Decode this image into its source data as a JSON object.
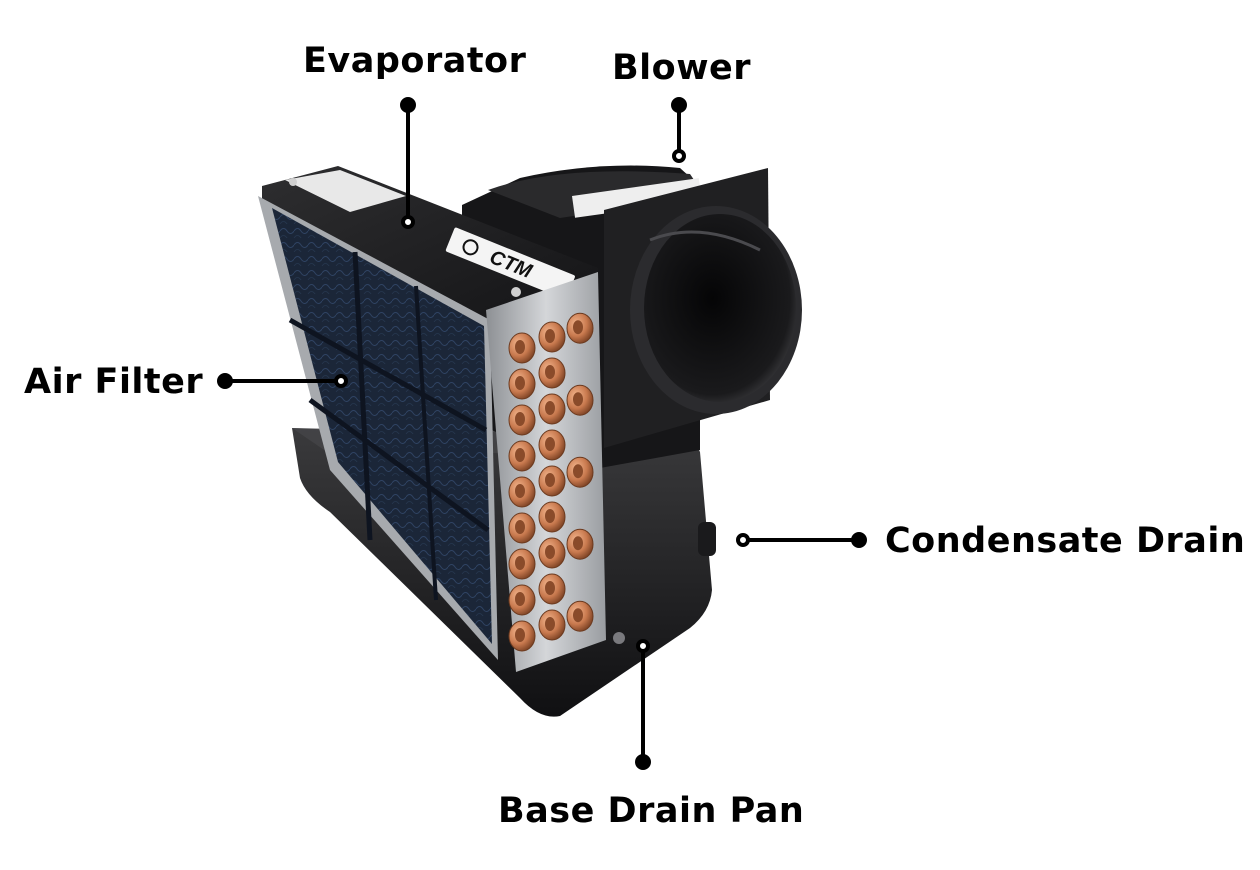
{
  "callouts": {
    "evaporator": "Evaporator",
    "blower": "Blower",
    "air_filter": "Air Filter",
    "condensate_drain": "Condensate Drain",
    "base_drain_pan": "Base Drain Pan"
  },
  "unit": {
    "brand_badge": "CTM"
  },
  "colors": {
    "callout_line": "#000000",
    "housing": "#1c1c1e",
    "filter_mesh": "#1e2d44",
    "copper": "#c8794e",
    "fin_metal": "#b9bcc0",
    "background": "#ffffff"
  }
}
